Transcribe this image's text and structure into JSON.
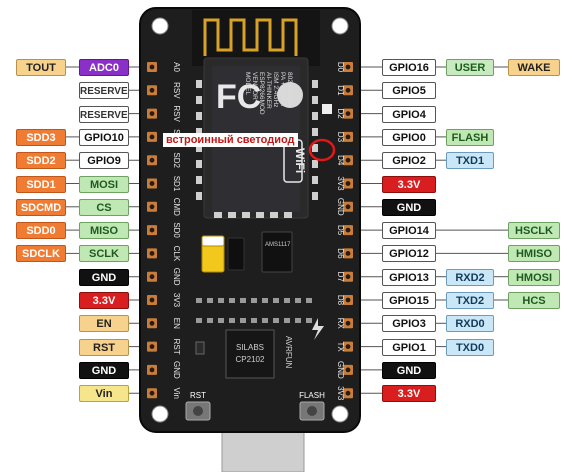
{
  "annotation": "встроинный светодиод",
  "module_text": {
    "vendor_lines": [
      "MODEL",
      "VENDOR",
      "ESP8266MOD",
      "AI-THINKER",
      "ISM 2.4GHz",
      "PA +25dBm",
      "802.11b/g/n"
    ],
    "chip": "AMS1117",
    "usb_chip": [
      "SILABS",
      "CP2102"
    ],
    "brand": "AVRFUN",
    "rst_button": "RST",
    "flash_button": "FLASH",
    "wifi_badge": "WiFi",
    "fcc": "FC"
  },
  "left_pins": [
    {
      "silk": "A0",
      "primary": "ADC0",
      "primary_style": "c-adc",
      "extra": "TOUT",
      "extra_style": "c-tout"
    },
    {
      "silk": "RSV",
      "primary": "RESERVED",
      "primary_style": "c-res",
      "extra": "",
      "extra_style": ""
    },
    {
      "silk": "RSV",
      "primary": "RESERVED",
      "primary_style": "c-res",
      "extra": "",
      "extra_style": ""
    },
    {
      "silk": "SD3",
      "primary": "GPIO10",
      "primary_style": "c-gpio",
      "extra": "SDD3",
      "extra_style": "c-sdd"
    },
    {
      "silk": "SD2",
      "primary": "GPIO9",
      "primary_style": "c-gpio",
      "extra": "SDD2",
      "extra_style": "c-sdd"
    },
    {
      "silk": "SD1",
      "primary": "MOSI",
      "primary_style": "c-green",
      "extra": "SDD1",
      "extra_style": "c-sdd"
    },
    {
      "silk": "CMD",
      "primary": "CS",
      "primary_style": "c-green",
      "extra": "SDCMD",
      "extra_style": "c-sdd"
    },
    {
      "silk": "SD0",
      "primary": "MISO",
      "primary_style": "c-green",
      "extra": "SDD0",
      "extra_style": "c-sdd"
    },
    {
      "silk": "CLK",
      "primary": "SCLK",
      "primary_style": "c-green",
      "extra": "SDCLK",
      "extra_style": "c-sdd"
    },
    {
      "silk": "GND",
      "primary": "GND",
      "primary_style": "c-black",
      "extra": "",
      "extra_style": ""
    },
    {
      "silk": "3V3",
      "primary": "3.3V",
      "primary_style": "c-red",
      "extra": "",
      "extra_style": ""
    },
    {
      "silk": "EN",
      "primary": "EN",
      "primary_style": "c-lyel",
      "extra": "",
      "extra_style": ""
    },
    {
      "silk": "RST",
      "primary": "RST",
      "primary_style": "c-lyel",
      "extra": "",
      "extra_style": ""
    },
    {
      "silk": "GND",
      "primary": "GND",
      "primary_style": "c-black",
      "extra": "",
      "extra_style": ""
    },
    {
      "silk": "Vin",
      "primary": "Vin",
      "primary_style": "c-yel",
      "extra": "",
      "extra_style": ""
    }
  ],
  "right_pins": [
    {
      "silk": "D0",
      "primary": "GPIO16",
      "primary_style": "c-gpio",
      "func1": "USER",
      "func1_style": "c-user",
      "func2": "WAKE",
      "func2_style": "c-wake"
    },
    {
      "silk": "D1",
      "primary": "GPIO5",
      "primary_style": "c-gpio",
      "func1": "",
      "func1_style": "",
      "func2": "",
      "func2_style": ""
    },
    {
      "silk": "D2",
      "primary": "GPIO4",
      "primary_style": "c-gpio",
      "func1": "",
      "func1_style": "",
      "func2": "",
      "func2_style": ""
    },
    {
      "silk": "D3",
      "primary": "GPIO0",
      "primary_style": "c-gpio",
      "func1": "FLASH",
      "func1_style": "c-green",
      "func2": "",
      "func2_style": ""
    },
    {
      "silk": "D4",
      "primary": "GPIO2",
      "primary_style": "c-gpio",
      "func1": "TXD1",
      "func1_style": "c-blue",
      "func2": "",
      "func2_style": ""
    },
    {
      "silk": "3V3",
      "primary": "3.3V",
      "primary_style": "c-red",
      "func1": "",
      "func1_style": "",
      "func2": "",
      "func2_style": ""
    },
    {
      "silk": "GND",
      "primary": "GND",
      "primary_style": "c-black",
      "func1": "",
      "func1_style": "",
      "func2": "",
      "func2_style": ""
    },
    {
      "silk": "D5",
      "primary": "GPIO14",
      "primary_style": "c-gpio",
      "func1": "",
      "func1_style": "",
      "func2": "HSCLK",
      "func2_style": "c-green"
    },
    {
      "silk": "D6",
      "primary": "GPIO12",
      "primary_style": "c-gpio",
      "func1": "",
      "func1_style": "",
      "func2": "HMISO",
      "func2_style": "c-green"
    },
    {
      "silk": "D7",
      "primary": "GPIO13",
      "primary_style": "c-gpio",
      "func1": "RXD2",
      "func1_style": "c-blue",
      "func2": "HMOSI",
      "func2_style": "c-green"
    },
    {
      "silk": "D8",
      "primary": "GPIO15",
      "primary_style": "c-gpio",
      "func1": "TXD2",
      "func1_style": "c-blue",
      "func2": "HCS",
      "func2_style": "c-green"
    },
    {
      "silk": "RX",
      "primary": "GPIO3",
      "primary_style": "c-gpio",
      "func1": "RXD0",
      "func1_style": "c-blue",
      "func2": "",
      "func2_style": ""
    },
    {
      "silk": "TX",
      "primary": "GPIO1",
      "primary_style": "c-gpio",
      "func1": "TXD0",
      "func1_style": "c-blue",
      "func2": "",
      "func2_style": ""
    },
    {
      "silk": "GND",
      "primary": "GND",
      "primary_style": "c-black",
      "func1": "",
      "func1_style": "",
      "func2": "",
      "func2_style": ""
    },
    {
      "silk": "3V3",
      "primary": "3.3V",
      "primary_style": "c-red",
      "func1": "",
      "func1_style": "",
      "func2": "",
      "func2_style": ""
    }
  ]
}
